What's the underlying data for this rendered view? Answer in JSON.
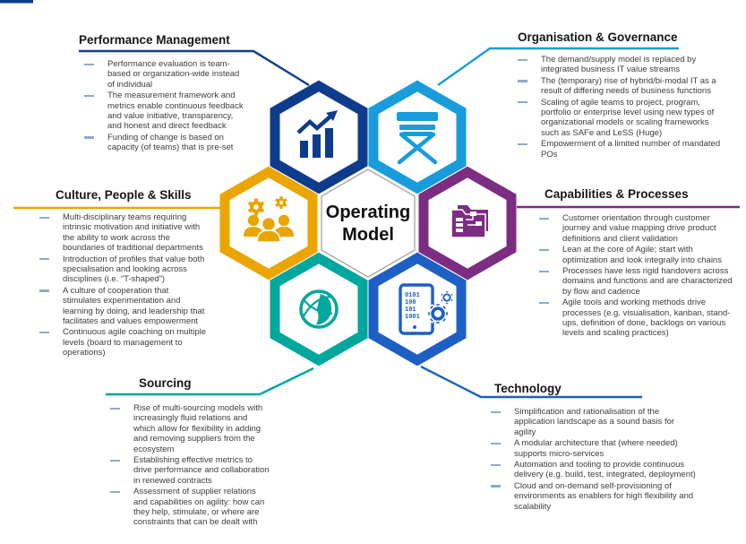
{
  "center": {
    "label": "Operating Model"
  },
  "decor": {
    "corner_bar_color": "#0e3c8c"
  },
  "colors": {
    "bullet_dash": "#8fa9cf",
    "body_text": "#3d3d3d",
    "heading_text": "#161616",
    "center_hexagon_border": "#9b9b9b"
  },
  "sections": {
    "performance": {
      "title": "Performance Management",
      "color": "#0e3c8c",
      "icon": "bar-chart-growth-icon",
      "bullets": [
        "Performance evaluation is team-based or organization-wide instead of individual",
        "The measurement framework and metrics enable continuous feedback and value initiative, transparency, and honest and direct feedback",
        "Funding of change is based on capacity (of teams) that is pre-set"
      ]
    },
    "organisation": {
      "title": "Organisation & Governance",
      "color": "#189cdb",
      "icon": "directors-chair-icon",
      "bullets": [
        "The demand/supply model is replaced by integrated business IT value streams",
        "The (temporary) rise of hybrid/bi-modal IT as a result of differing needs of business functions",
        "Scaling of agile teams to project, program, portfolio or enterprise level using new types of organizational models or scaling frameworks such as SAFe and LeSS (Huge)",
        "Empowerment of a limited number of mandated POs"
      ]
    },
    "culture": {
      "title": "Culture, People & Skills",
      "color": "#eaa500",
      "icon": "team-gears-icon",
      "bullets": [
        "Multi-disciplinary teams requiring intrinsic motivation and initiative with the ability to work across the boundaries of traditional departments",
        "Introduction of profiles that value both specialisation and looking across disciplines (i.e. “T-shaped”)",
        "A culture of cooperation that stimulates experimentation and learning by doing, and leadership that facilitates and values empowerment",
        "Continuous agile coaching on multiple levels (board to management to operations)"
      ]
    },
    "capabilities": {
      "title": "Capabilities & Processes",
      "color": "#7c2d82",
      "icon": "process-folder-icon",
      "bullets": [
        "Customer orientation through customer journey and value mapping drive product definitions and client validation",
        "Lean at the core of Agile; start with optimization and look integrally into chains",
        "Processes have less rigid handovers across domains and functions and are characterized by flow and cadence",
        "Agile tools and working methods drive processes (e.g. visualisation, kanban, stand-ups, definition of done, backlogs on various levels and scaling practices)"
      ]
    },
    "sourcing": {
      "title": "Sourcing",
      "color": "#00a79d",
      "icon": "globe-icon",
      "bullets": [
        "Rise of multi-sourcing models with increasingly fluid relations and which allow for flexibility in adding and removing suppliers from the ecosystem",
        "Establishing effective metrics to drive performance and collaboration in renewed contracts",
        "Assessment of supplier relations and capabilities on agility: how can they help, stimulate, or where are constraints that can be dealt with"
      ]
    },
    "technology": {
      "title": "Technology",
      "color": "#1d5fc4",
      "icon": "tablet-code-gear-icon",
      "icon_code_lines": [
        "0101",
        "100",
        "101",
        "1001"
      ],
      "bullets": [
        "Simplification and rationalisation of the application landscape as a sound basis for agility",
        "A modular architecture that (where needed) supports micro-services",
        "Automation and tooling to provide continuous delivery (e.g. build, test, integrated, deployment)",
        "Cloud and on-demand self-provisioning of environments as enablers for high flexibility and scalability"
      ]
    }
  }
}
